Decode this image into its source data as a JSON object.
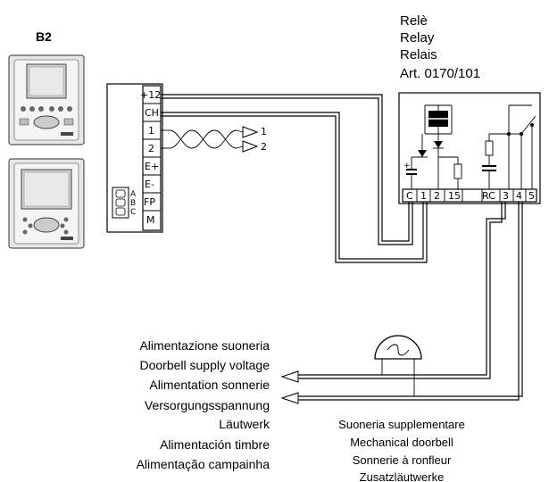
{
  "device": {
    "code": "B2"
  },
  "relay": {
    "names": [
      "Relè",
      "Relay",
      "Relais"
    ],
    "article": "Art. 0170/101",
    "terminals": [
      "C",
      "1",
      "2",
      "15",
      "RC",
      "3",
      "4",
      "5"
    ]
  },
  "connector": {
    "terminals": [
      "+12",
      "CH",
      "1",
      "2",
      "E+",
      "E-",
      "FP",
      "M"
    ],
    "dip_labels": [
      "A",
      "B",
      "C"
    ]
  },
  "outputs": [
    "1",
    "2"
  ],
  "supply_labels": [
    "Alimentazione suoneria",
    "Doorbell supply voltage",
    "Alimentation sonnerie",
    "Versorgungsspannung",
    "Läutwerk",
    "Alimentación timbre",
    "Alimentação campainha"
  ],
  "bell_labels": [
    "Suoneria supplementare",
    "Mechanical doorbell",
    "Sonnerie à ronfleur",
    "Zusatzläutwerke"
  ]
}
